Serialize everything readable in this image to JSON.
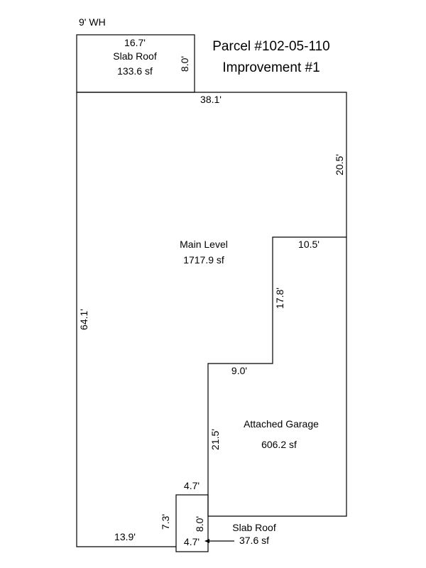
{
  "title": {
    "line1": "Parcel #102-05-110",
    "line2": "Improvement #1"
  },
  "top_note": "9' WH",
  "areas": {
    "slab_top": {
      "name": "Slab Roof",
      "size": "133.6 sf"
    },
    "main": {
      "name": "Main Level",
      "size": "1717.9 sf"
    },
    "garage": {
      "name": "Attached Garage",
      "size": "606.2 sf"
    },
    "slab_bottom": {
      "name": "Slab Roof",
      "size": "37.6 sf"
    }
  },
  "dimensions": {
    "slab_top_width": "16.7'",
    "slab_top_height": "8.0'",
    "main_top": "38.1'",
    "main_right": "20.5'",
    "step_top": "10.5'",
    "step_height": "17.8'",
    "step_mid": "9.0'",
    "garage_left": "21.5'",
    "left_side": "64.1'",
    "slab_bottom_top": "4.7'",
    "slab_bottom_left": "7.3'",
    "slab_bottom_right": "8.0'",
    "slab_bottom_width": "4.7'",
    "bottom_left": "13.9'"
  }
}
